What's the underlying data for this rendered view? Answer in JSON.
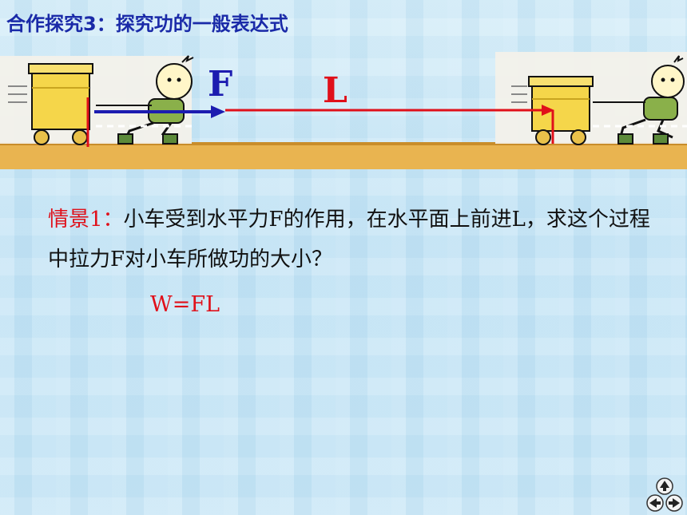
{
  "title": "合作探究3：探究功的一般表达式",
  "diagram": {
    "force_label": "F",
    "distance_label": "L",
    "colors": {
      "force": "#1c1cb0",
      "distance": "#e0101a",
      "cart": "#f5d64a",
      "ground": "#e9b450"
    },
    "icons": [
      "cart-icon",
      "child-pusher-icon"
    ]
  },
  "scenario": {
    "lead": "情景1：",
    "text": "小车受到水平力F的作用，在水平面上前进L，求这个过程中拉力F对小车所做功的大小？"
  },
  "formula": "W=FL",
  "nav": {
    "icons": [
      "up-arrow-icon",
      "left-arrow-icon",
      "right-arrow-icon"
    ]
  }
}
